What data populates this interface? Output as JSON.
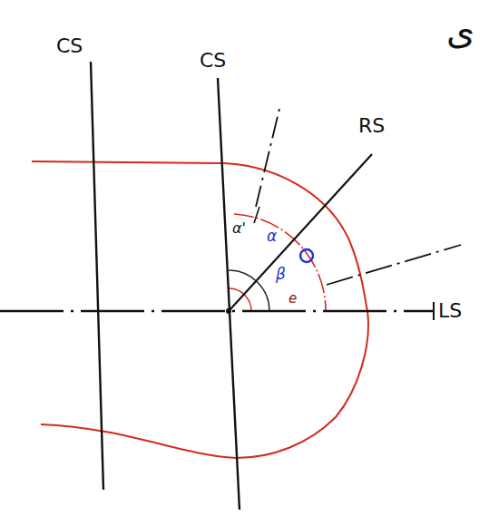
{
  "diagram": {
    "labels": [
      "CS",
      "CS",
      "RS",
      "LS",
      "α'",
      "α",
      "β",
      "e",
      "ی"
    ]
  }
}
